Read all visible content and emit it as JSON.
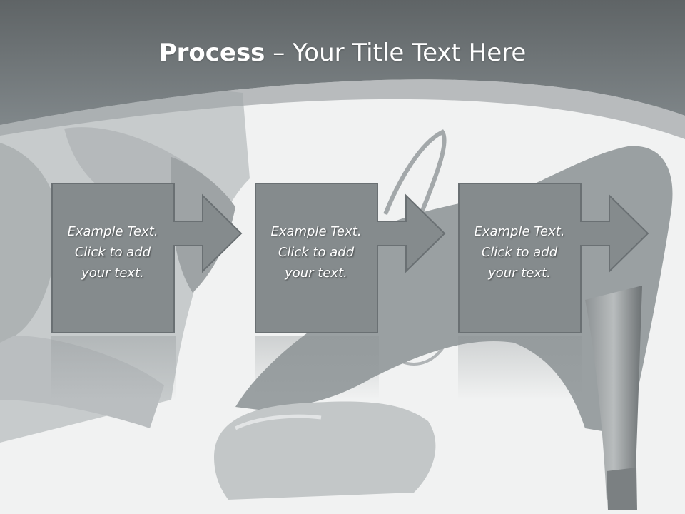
{
  "slide": {
    "title_bold": "Process",
    "title_rest": " – Your Title Text Here",
    "steps": [
      {
        "line1": "Example Text.",
        "line2": "Click  to add",
        "line3": "your text."
      },
      {
        "line1": "Example Text.",
        "line2": "Click  to add",
        "line3": "your text."
      },
      {
        "line1": "Example Text.",
        "line2": "Click  to add",
        "line3": "your text."
      }
    ]
  },
  "colors": {
    "header": "#6d7274",
    "box_fill": "#858b8d",
    "box_border": "#6a7073",
    "text": "#ffffff"
  }
}
